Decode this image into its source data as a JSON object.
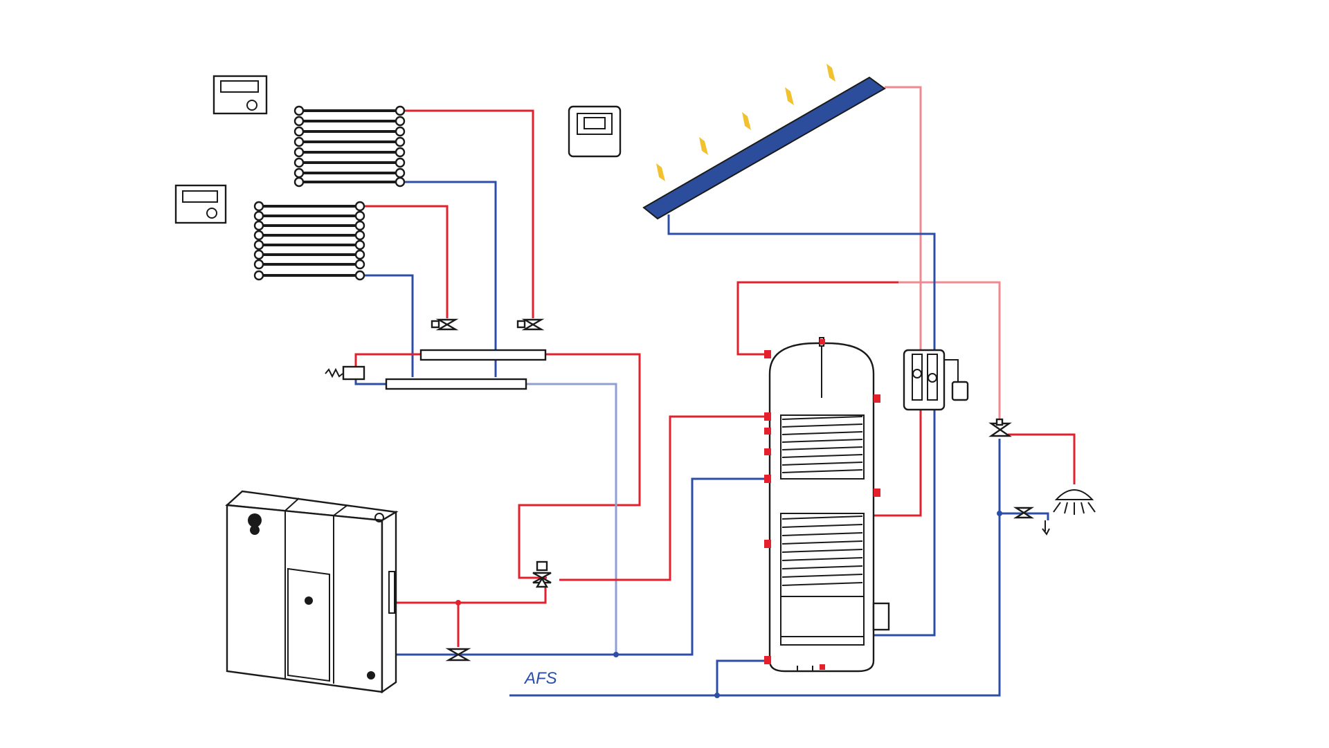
{
  "diagram": {
    "labels": {
      "cold_water_supply": "AFS"
    },
    "colors": {
      "flow_hot": "#e3202c",
      "return_cold": "#2c4ea6",
      "collector": "#2b4d9c",
      "sun_rays": "#f2c12e",
      "outline": "#1a1a1a"
    },
    "components": [
      "room-thermostat",
      "radiator",
      "solar-controller",
      "solar-collector",
      "thermostatic-valve",
      "distribution-manifold",
      "expansion-vessel",
      "pellet-boiler",
      "three-way-mixing-valve",
      "domestic-hot-water-tank",
      "solar-pump-station",
      "thermostatic-mixing-valve",
      "shower-head",
      "tap"
    ]
  }
}
